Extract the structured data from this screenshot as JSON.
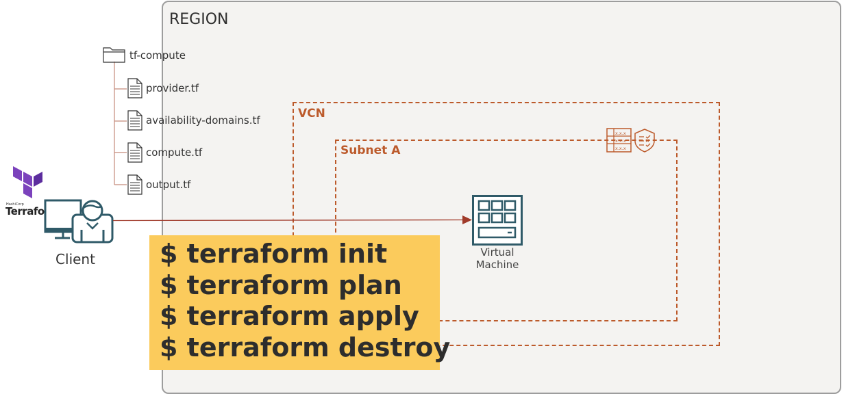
{
  "region": {
    "label": "REGION"
  },
  "vcn": {
    "label": "VCN"
  },
  "subnet": {
    "label": "Subnet A"
  },
  "file_tree": {
    "folder": "tf-compute",
    "files": [
      "provider.tf",
      "availability-domains.tf",
      "compute.tf",
      "output.tf"
    ]
  },
  "vm": {
    "line1": "Virtual",
    "line2": "Machine"
  },
  "client": {
    "label": "Client"
  },
  "terraform_logo": {
    "small_text": "HashiCorp",
    "brand": "Terraform"
  },
  "commands": [
    "$ terraform init",
    "$ terraform plan",
    "$ terraform apply",
    "$ terraform destroy"
  ],
  "colors": {
    "accent_orange": "#bc5a2b",
    "icon_teal": "#2f5a68",
    "terraform_purple": "#7b42bc",
    "command_bg": "#fbcb5c",
    "arrow": "#a03a2a"
  },
  "icons": [
    "folder-icon",
    "file-icon",
    "security-list-icon",
    "shield-icon",
    "virtual-machine-icon",
    "client-user-icon",
    "terraform-logo-icon"
  ]
}
